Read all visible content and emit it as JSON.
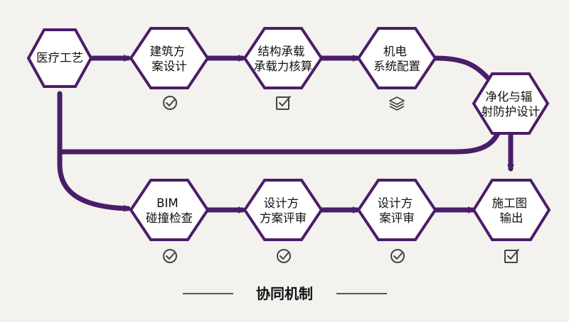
{
  "nodes": {
    "n1": {
      "lines": [
        "医疗工艺"
      ]
    },
    "n2": {
      "lines": [
        "建筑方",
        "案设计"
      ]
    },
    "n3": {
      "lines": [
        "结构承载",
        "承载力核算"
      ]
    },
    "n4": {
      "lines": [
        "机电",
        "系统配置"
      ]
    },
    "n5": {
      "lines": [
        "净化与辐",
        "射防护设计"
      ]
    },
    "n6": {
      "lines": [
        "BIM",
        "碰撞检查"
      ]
    },
    "n7": {
      "lines": [
        "设计方",
        "方案评审"
      ]
    },
    "n8": {
      "lines": [
        "设计方",
        "案评审"
      ]
    },
    "n9": {
      "lines": [
        "施工图",
        "输出"
      ]
    }
  },
  "status_icons": {
    "n2": "check-circle-icon",
    "n3": "check-square-icon",
    "n4": "layers-icon",
    "n6": "check-circle-icon",
    "n7": "check-circle-icon",
    "n8": "check-circle-icon",
    "n9": "check-square-icon"
  },
  "caption": {
    "title": "协同机制"
  },
  "colors": {
    "accent": "#4a1d68",
    "icon": "#444444",
    "node_fill": "#ffffff",
    "background": "#f3f2ef"
  }
}
